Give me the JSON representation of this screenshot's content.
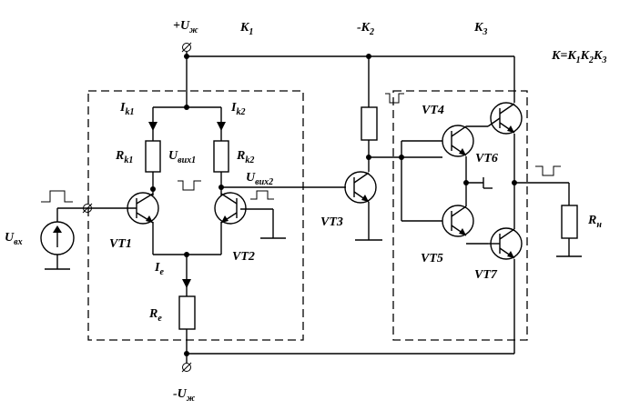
{
  "supply": {
    "plus": {
      "main": "+U",
      "sub": "ж"
    },
    "minus": {
      "main": "-U",
      "sub": "ж"
    }
  },
  "stages": {
    "k1": {
      "main": "K",
      "sub": "1"
    },
    "k2": {
      "main": "-K",
      "sub": "2"
    },
    "k3": {
      "main": "K",
      "sub": "3"
    }
  },
  "formula": {
    "p1": "K=K",
    "s1": "1",
    "p2": "K",
    "s2": "2",
    "p3": "K",
    "s3": "3"
  },
  "currents": {
    "ik1": {
      "main": "I",
      "sub": "k1"
    },
    "ik2": {
      "main": "I",
      "sub": "k2"
    },
    "ie": {
      "main": "I",
      "sub": "e"
    }
  },
  "resistors": {
    "rk1": {
      "main": "R",
      "sub": "k1"
    },
    "rk2": {
      "main": "R",
      "sub": "k2"
    },
    "re": {
      "main": "R",
      "sub": "e"
    },
    "rn": {
      "main": "R",
      "sub": "н"
    }
  },
  "outputs": {
    "uout1": {
      "main": "U",
      "sub": "вих1"
    },
    "uout2": {
      "main": "U",
      "sub": "вих2"
    }
  },
  "input": {
    "main": "U",
    "sub": "вх"
  },
  "transistors": {
    "vt1": "VT1",
    "vt2": "VT2",
    "vt3": "VT3",
    "vt4": "VT4",
    "vt5": "VT5",
    "vt6": "VT6",
    "vt7": "VT7"
  }
}
